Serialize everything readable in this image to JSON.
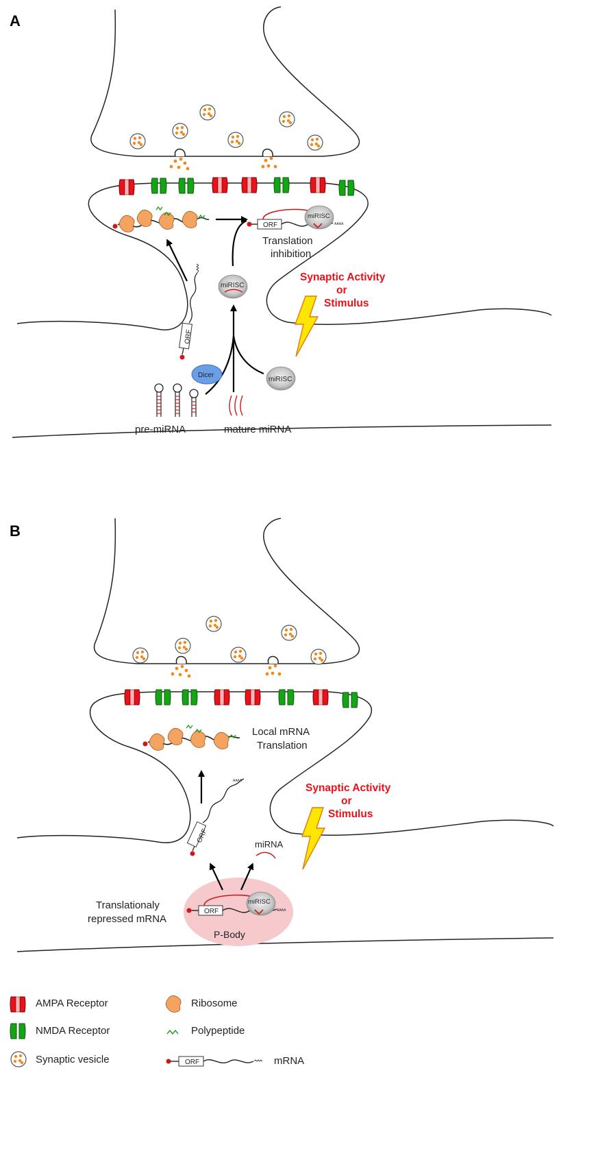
{
  "panel_a": {
    "letter": "A",
    "translation_inhibition_1": "Translation",
    "translation_inhibition_2": "inhibition",
    "stimulus_1": "Synaptic Activity",
    "stimulus_2": "or",
    "stimulus_3": "Stimulus",
    "pre_mirna": "pre-miRNA",
    "mature_mirna": "mature miRNA",
    "dicer": "Dicer",
    "mirisc": "miRISC",
    "orf": "ORF",
    "polya": "AAAA"
  },
  "panel_b": {
    "letter": "B",
    "local_translation_1": "Local mRNA",
    "local_translation_2": "Translation",
    "stimulus_1": "Synaptic Activity",
    "stimulus_2": "or",
    "stimulus_3": "Stimulus",
    "mirna": "miRNA",
    "repressed_1": "Translationaly",
    "repressed_2": "repressed mRNA",
    "pbody": "P-Body",
    "mirisc": "miRISC",
    "orf": "ORF",
    "polya": "AAAA"
  },
  "legend": {
    "ampa": "AMPA Receptor",
    "nmda": "NMDA Receptor",
    "vesicle": "Synaptic vesicle",
    "ribosome": "Ribosome",
    "polypeptide": "Polypeptide",
    "mrna": "mRNA",
    "orf": "ORF"
  },
  "colors": {
    "ampa": "#e8121c",
    "nmda": "#16a316",
    "ribosome": "#f4a460",
    "vesicle_dot": "#f08a1c",
    "stimulus_text": "#e8111a",
    "pbody": "#f6c9cc",
    "dicer": "#6a9ee6",
    "lightning": "#ffe600"
  }
}
